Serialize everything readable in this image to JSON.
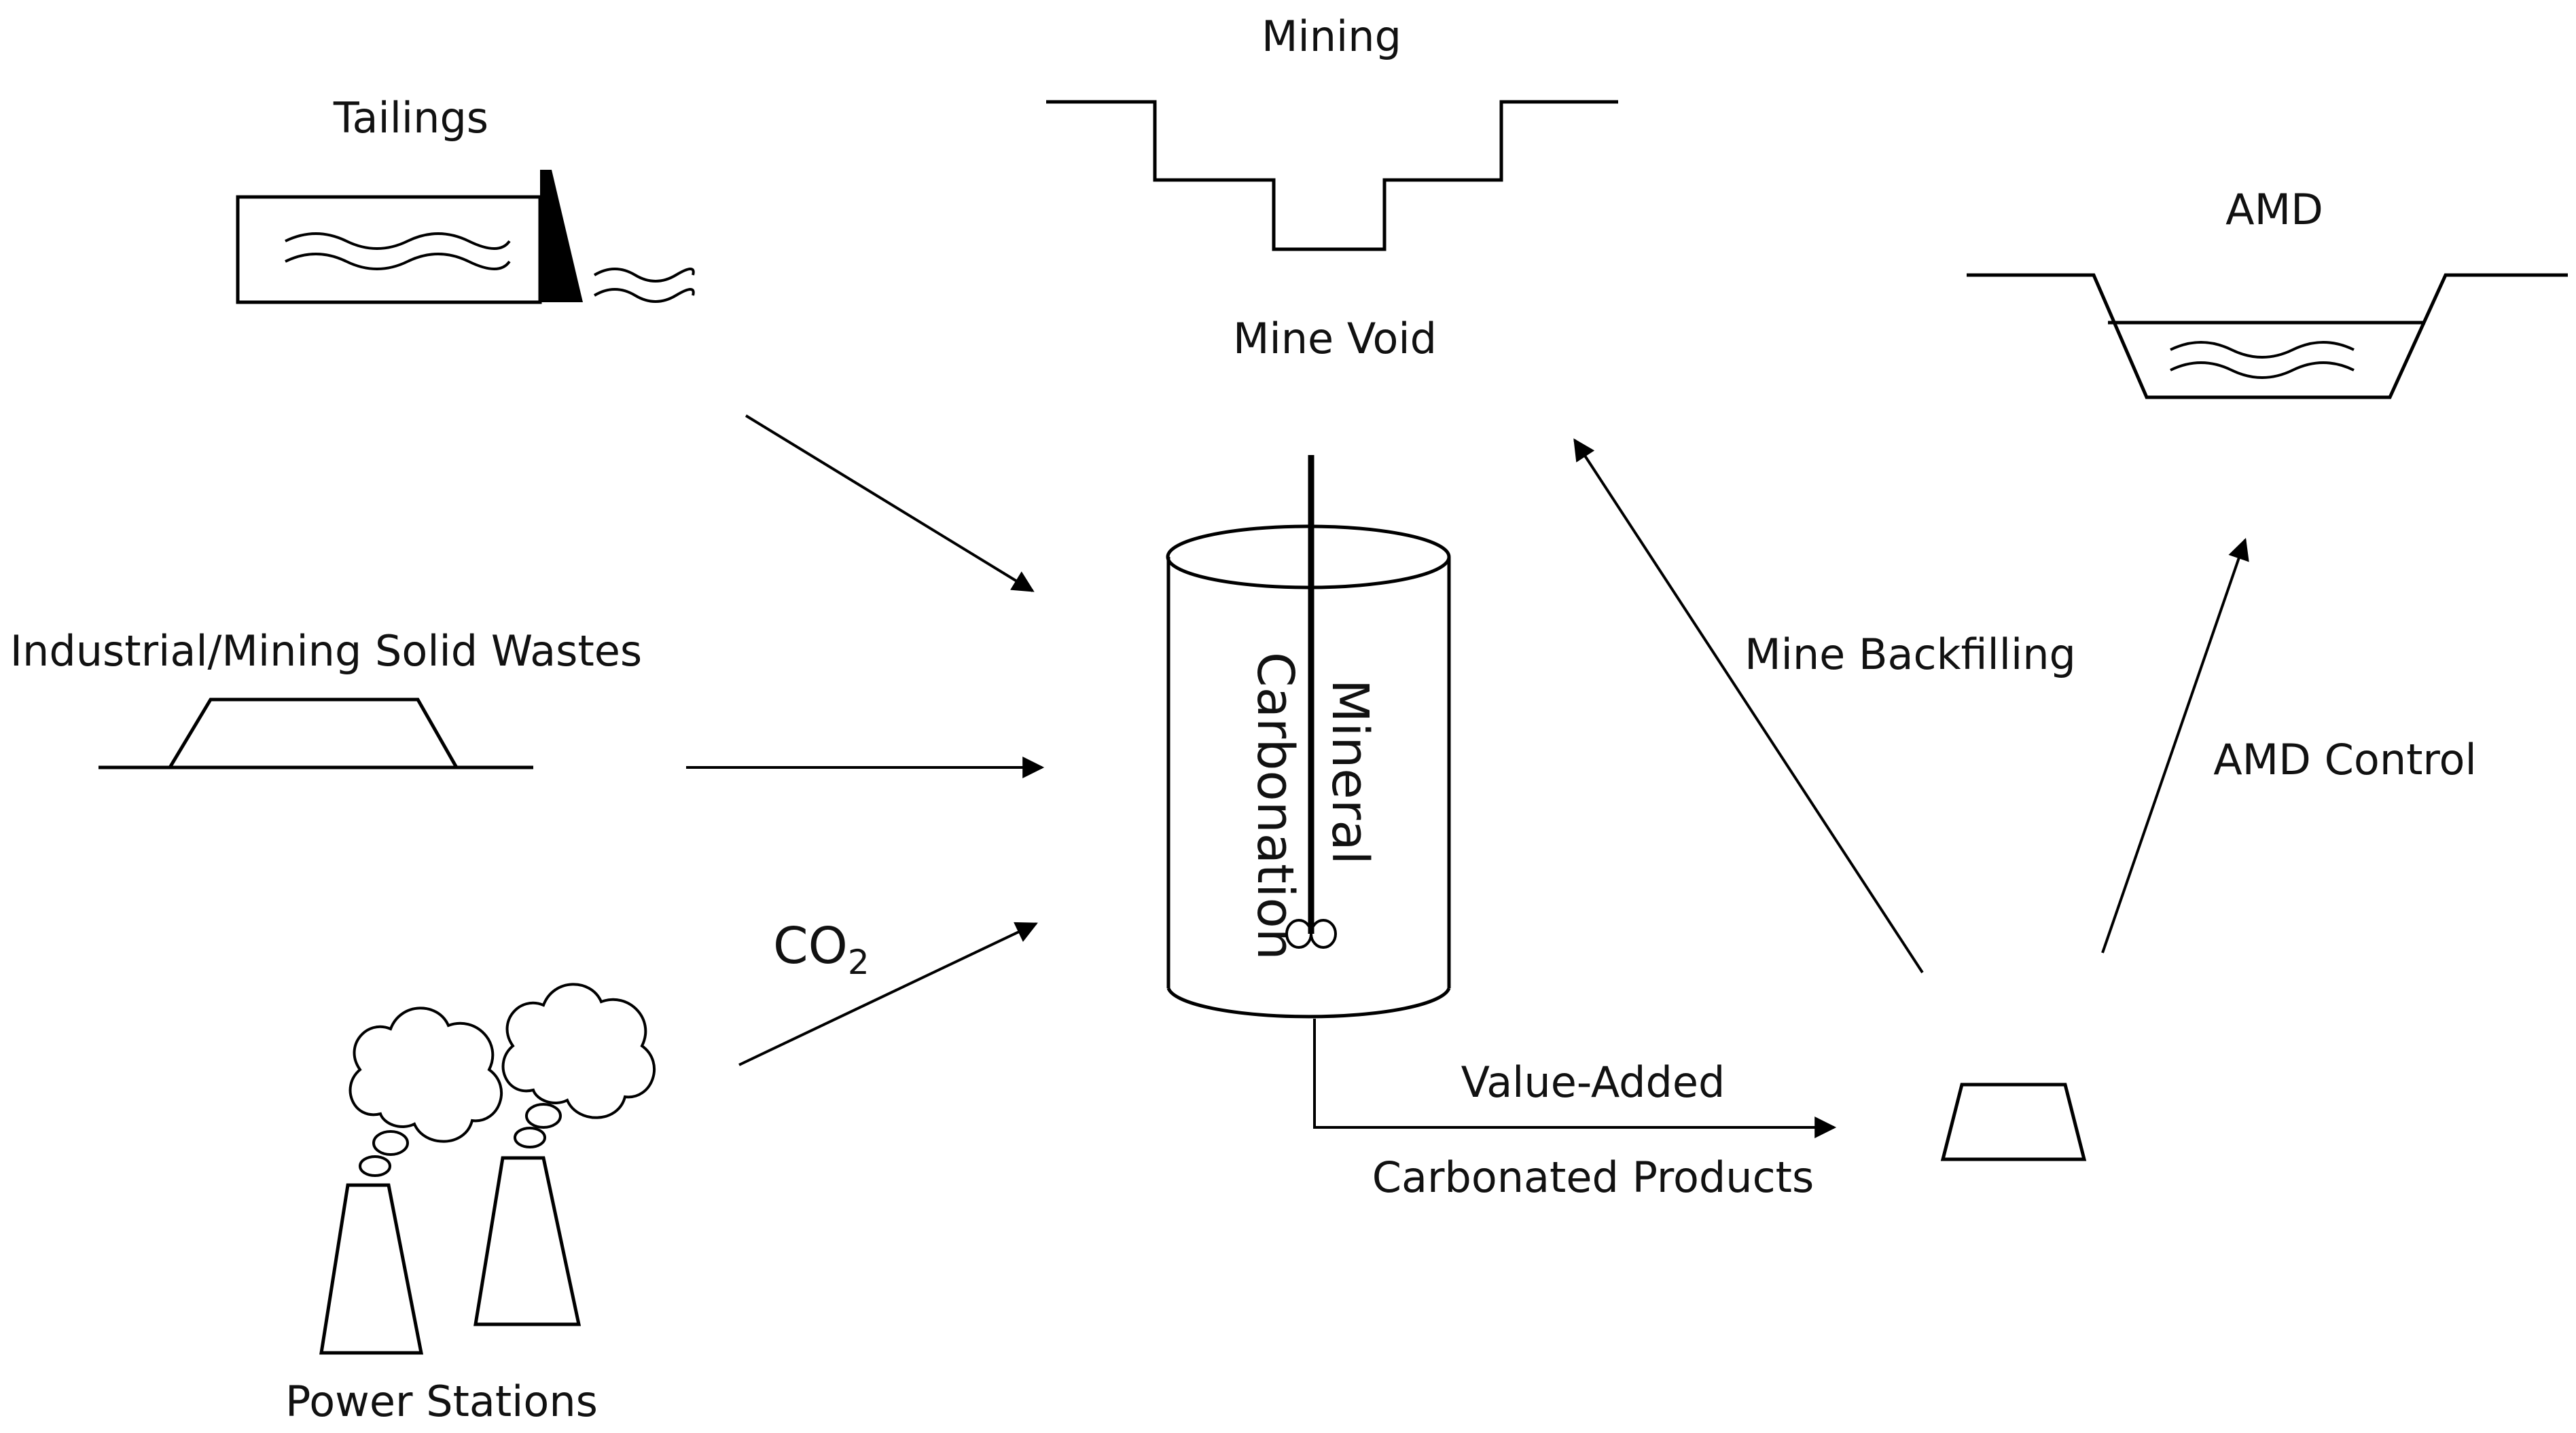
{
  "diagram": {
    "labels": {
      "tailings": "Tailings",
      "mining": "Mining",
      "mine_void": "Mine Void",
      "amd": "AMD",
      "industrial_wastes": "Industrial/Mining Solid Wastes",
      "co2_main": "CO",
      "co2_sub": "2",
      "reactor_line1": "Mineral",
      "reactor_line2": "Carbonation",
      "mine_backfilling": "Mine Backfilling",
      "amd_control": "AMD Control",
      "value_added": "Value-Added",
      "carbonated_products": "Carbonated Products",
      "power_stations": "Power Stations"
    },
    "stroke_color": "#000000",
    "text_color": "#111111",
    "background": "#ffffff"
  }
}
